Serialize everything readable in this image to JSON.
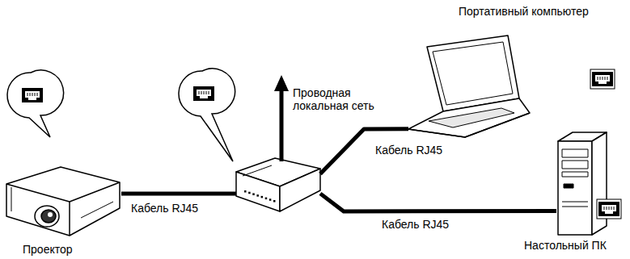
{
  "diagram": {
    "nodes": [
      {
        "text": [
          "Проектор"
        ]
      },
      {
        "text": [
          "Проводная локальная сеть"
        ]
      },
      {
        "text": [
          "Портативный компьютер"
        ]
      },
      {
        "text": [
          "Настольный ПК"
        ]
      }
    ],
    "edges": [
      {
        "from": 0,
        "to": 1,
        "label": "Кабель RJ45",
        "arrow": "none"
      },
      {
        "from": 1,
        "to": 2,
        "label": "Кабель RJ45",
        "arrow": "none"
      },
      {
        "from": 1,
        "to": 3,
        "label": "Кабель RJ45",
        "arrow": "none"
      }
    ]
  }
}
